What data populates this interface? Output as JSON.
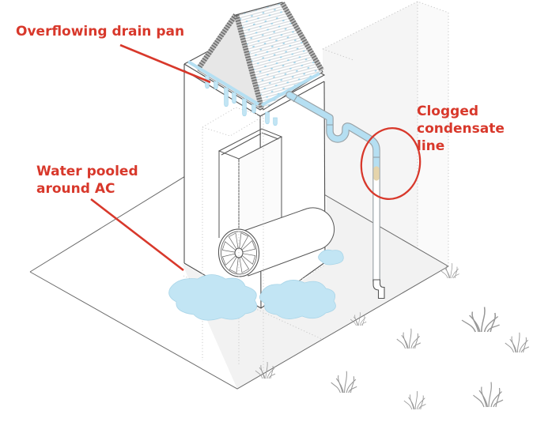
{
  "annotations": {
    "overflowing_drain_pan": {
      "lines": [
        "Overflowing drain pan"
      ]
    },
    "water_pooled": {
      "lines": [
        "Water pooled",
        "around AC"
      ]
    },
    "clogged_condensate": {
      "lines": [
        "Clogged",
        "condensate",
        "line"
      ]
    }
  },
  "colors": {
    "annotation_red": "#d8382b",
    "water_blue": "#c2e5f4",
    "pipe_water_blue": "#b5dff2",
    "clog_tan": "#e5d4ab"
  }
}
